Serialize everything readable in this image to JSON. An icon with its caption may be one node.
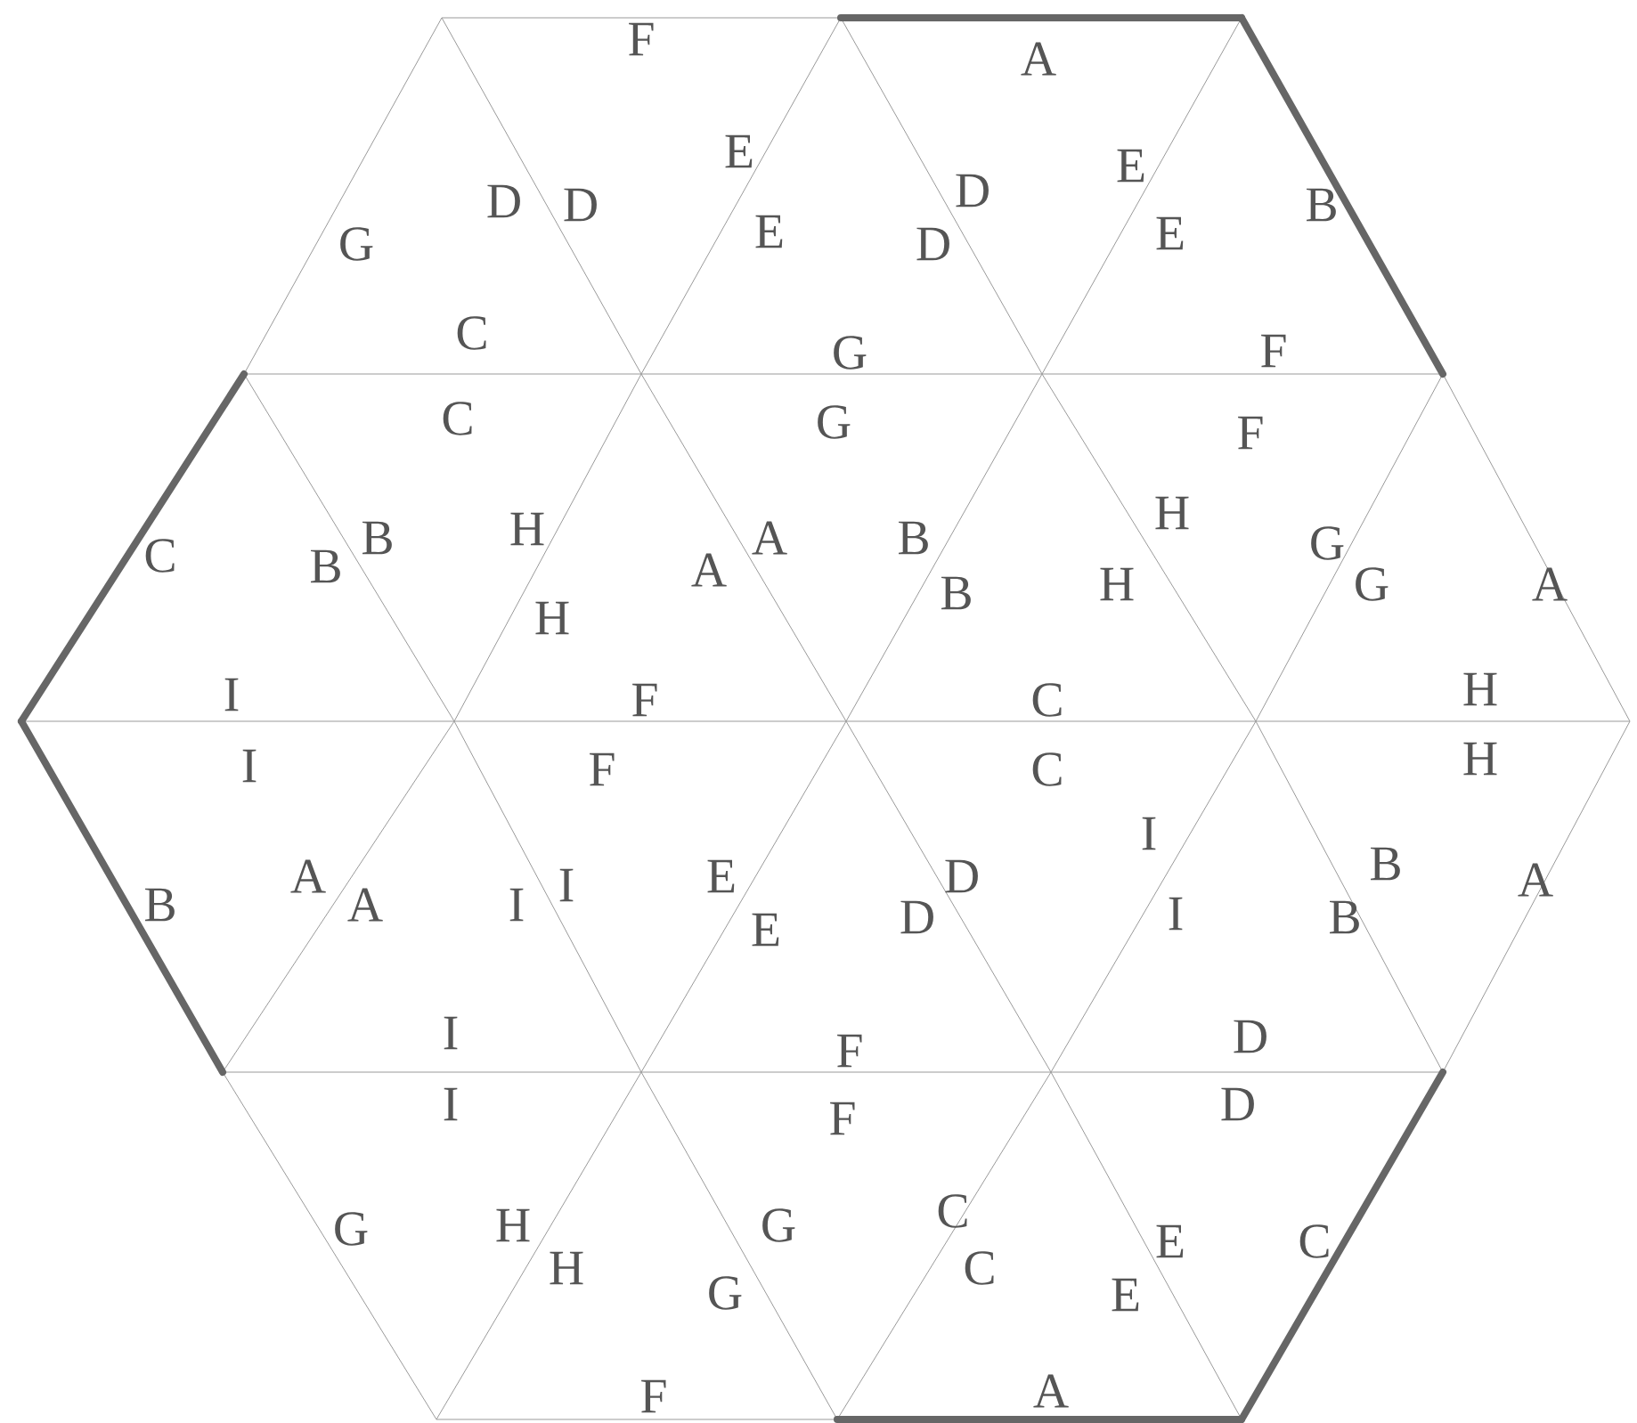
{
  "diagram": {
    "labels": [
      "F",
      "A",
      "G",
      "D",
      "D",
      "E",
      "E",
      "D",
      "D",
      "E",
      "E",
      "B",
      "C",
      "G",
      "F",
      "C",
      "G",
      "F",
      "C",
      "B",
      "B",
      "H",
      "H",
      "A",
      "A",
      "B",
      "B",
      "H",
      "H",
      "G",
      "G",
      "A",
      "I",
      "F",
      "C",
      "H",
      "I",
      "F",
      "C",
      "H",
      "B",
      "A",
      "A",
      "I",
      "I",
      "E",
      "E",
      "D",
      "D",
      "I",
      "I",
      "B",
      "B",
      "A",
      "I",
      "F",
      "D",
      "I",
      "F",
      "D",
      "G",
      "H",
      "H",
      "G",
      "G",
      "C",
      "C",
      "E",
      "E",
      "C",
      "F",
      "A"
    ]
  }
}
